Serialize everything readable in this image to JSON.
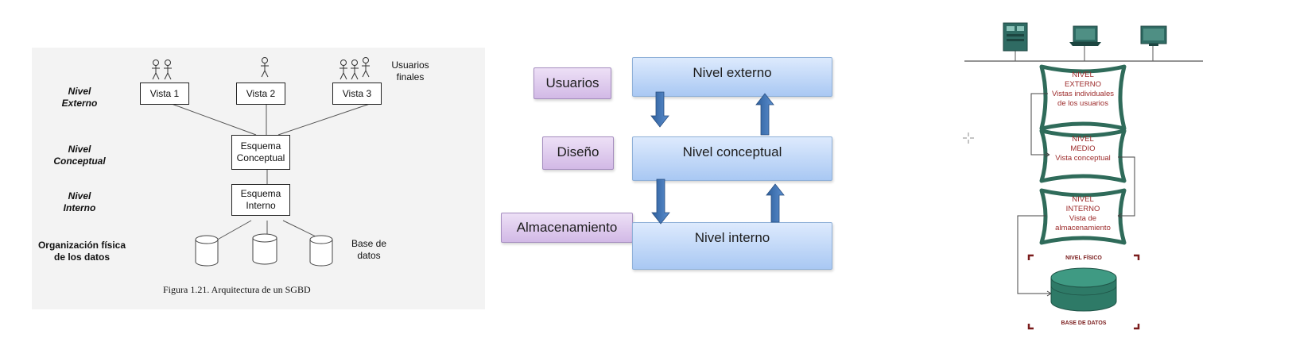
{
  "panel1": {
    "levels": {
      "external": [
        "Nivel",
        "Externo"
      ],
      "conceptual": [
        "Nivel",
        "Conceptual"
      ],
      "internal": [
        "Nivel",
        "Interno"
      ],
      "physical": [
        "Organización física",
        "de los datos"
      ]
    },
    "users_label": [
      "Usuarios",
      "finales"
    ],
    "views": [
      "Vista 1",
      "Vista 2",
      "Vista 3"
    ],
    "conceptual_schema": [
      "Esquema",
      "Conceptual"
    ],
    "internal_schema": [
      "Esquema",
      "Interno"
    ],
    "database_label": [
      "Base de",
      "datos"
    ],
    "caption": "Figura 1.21. Arquitectura de un SGBD"
  },
  "panel2": {
    "left_labels": [
      "Usuarios",
      "Diseño",
      "Almacenamiento"
    ],
    "levels": [
      "Nivel externo",
      "Nivel conceptual",
      "Nivel interno"
    ]
  },
  "panel3": {
    "external": [
      "NIVEL",
      "EXTERNO",
      "Vistas individuales",
      "de los usuarios"
    ],
    "middle": [
      "NIVEL",
      "MEDIO",
      "Vista conceptual"
    ],
    "internal": [
      "NIVEL",
      "INTERNO",
      "Vista de",
      "almacenamiento"
    ],
    "physical_label": "NIVEL FÍSICO",
    "database_label": "BASE DE DATOS",
    "colors": {
      "scroll_border": "#2f6b5a",
      "scroll_text": "#9c2a2a",
      "database": "#2e7a67"
    }
  }
}
